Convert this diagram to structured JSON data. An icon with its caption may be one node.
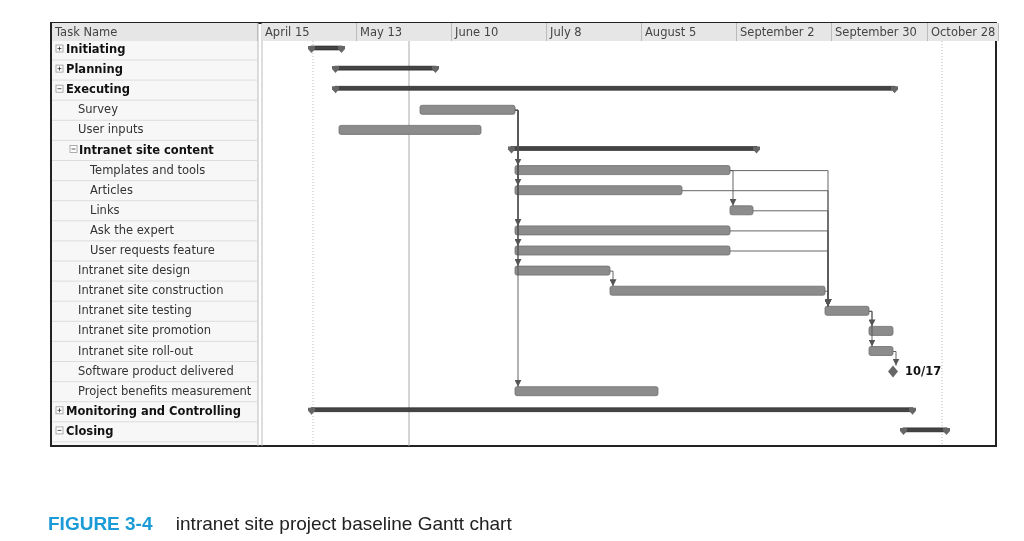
{
  "diagram": {
    "caption": "**FIGURE 3-4** intranet site project baseline Gantt chart",
    "nodes": [
      {
        "text": [],
        "shape": "bar"
      },
      {
        "text": [],
        "shape": "bar"
      },
      {
        "text": [],
        "shape": "bar"
      },
      {
        "text": [],
        "shape": "bar"
      },
      {
        "text": [],
        "shape": "bar"
      },
      {
        "text": [],
        "shape": "bar"
      },
      {
        "text": [],
        "shape": "bar"
      },
      {
        "text": [],
        "shape": "bar"
      },
      {
        "text": [],
        "shape": "bar"
      },
      {
        "text": [],
        "shape": "bar"
      },
      {
        "text": [],
        "shape": "bar"
      },
      {
        "text": [],
        "shape": "bar"
      },
      {
        "text": [],
        "shape": "bar"
      },
      {
        "text": [],
        "shape": "bar"
      },
      {
        "text": [],
        "shape": "bar"
      },
      {
        "text": [],
        "shape": "bar"
      },
      {
        "text": [],
        "shape": "diamond",
        "beside": [
          "10/17"
        ]
      },
      {
        "text": [],
        "shape": "bar"
      },
      {
        "text": [],
        "shape": "bar"
      },
      {
        "text": [],
        "shape": "bar"
      }
    ],
    "edges": [
      {
        "from": 3,
        "to": 6,
        "arrow": "to"
      },
      {
        "from": 3,
        "to": 7,
        "arrow": "to"
      },
      {
        "from": 3,
        "to": 9,
        "arrow": "to"
      },
      {
        "from": 3,
        "to": 10,
        "arrow": "to"
      },
      {
        "from": 3,
        "to": 11,
        "arrow": "to"
      },
      {
        "from": 3,
        "to": 17,
        "arrow": "to"
      },
      {
        "from": 6,
        "to": 8,
        "arrow": "to"
      },
      {
        "from": 6,
        "to": 13,
        "arrow": "to"
      },
      {
        "from": 7,
        "to": 13,
        "arrow": "to"
      },
      {
        "from": 8,
        "to": 13,
        "arrow": "to"
      },
      {
        "from": 9,
        "to": 13,
        "arrow": "to"
      },
      {
        "from": 10,
        "to": 13,
        "arrow": "to"
      },
      {
        "from": 11,
        "to": 12,
        "arrow": "to"
      },
      {
        "from": 12,
        "to": 13,
        "arrow": "to"
      },
      {
        "from": 13,
        "to": 14,
        "arrow": "to"
      },
      {
        "from": 13,
        "to": 15,
        "arrow": "to"
      },
      {
        "from": 15,
        "to": 16,
        "arrow": "to"
      }
    ],
    "labels": [
      "Task Name",
      "April 15",
      "May 13",
      "June 10",
      "July 8",
      "August 5",
      "September 2",
      "September 30",
      "October 28",
      "Initiating",
      "Planning",
      "Executing",
      "Survey",
      "User inputs",
      "Intranet site content",
      "Templates and tools",
      "Articles",
      "Links",
      "Ask the expert",
      "User requests feature",
      "Intranet site design",
      "Intranet site construction",
      "Intranet site testing",
      "Intranet site promotion",
      "Intranet site roll-out",
      "Software product delivered",
      "Project benefits measurement",
      "Monitoring and Controlling",
      "Closing"
    ]
  }
}
